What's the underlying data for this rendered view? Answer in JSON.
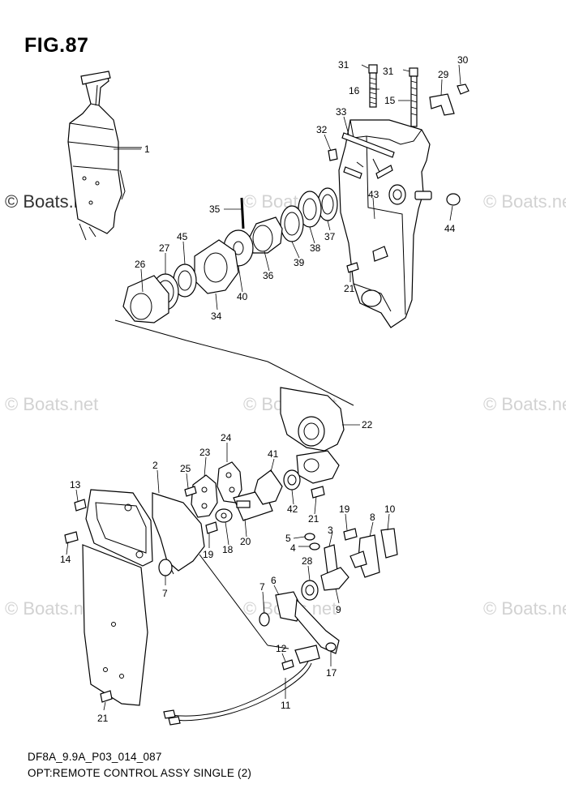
{
  "figure": {
    "title": "FIG.87"
  },
  "watermark": {
    "text": "© Boats.net"
  },
  "footer": {
    "code": "DF8A_9.9A_P03_014_087",
    "caption": "OPT:REMOTE CONTROL ASSY SINGLE (2)"
  },
  "labels": [
    {
      "id": "p1",
      "text": "1"
    },
    {
      "id": "p31a",
      "text": "31"
    },
    {
      "id": "p31b",
      "text": "31"
    },
    {
      "id": "p30",
      "text": "30"
    },
    {
      "id": "p16",
      "text": "16"
    },
    {
      "id": "p29",
      "text": "29"
    },
    {
      "id": "p15",
      "text": "15"
    },
    {
      "id": "p33",
      "text": "33"
    },
    {
      "id": "p32",
      "text": "32"
    },
    {
      "id": "p43",
      "text": "43"
    },
    {
      "id": "p44",
      "text": "44"
    },
    {
      "id": "p35",
      "text": "35"
    },
    {
      "id": "p37",
      "text": "37"
    },
    {
      "id": "p38",
      "text": "38"
    },
    {
      "id": "p39",
      "text": "39"
    },
    {
      "id": "p36",
      "text": "36"
    },
    {
      "id": "p40",
      "text": "40"
    },
    {
      "id": "p45",
      "text": "45"
    },
    {
      "id": "p27",
      "text": "27"
    },
    {
      "id": "p26",
      "text": "26"
    },
    {
      "id": "p34",
      "text": "34"
    },
    {
      "id": "p21a",
      "text": "21"
    },
    {
      "id": "p22",
      "text": "22"
    },
    {
      "id": "p24",
      "text": "24"
    },
    {
      "id": "p23",
      "text": "23"
    },
    {
      "id": "p41",
      "text": "41"
    },
    {
      "id": "p2",
      "text": "2"
    },
    {
      "id": "p25",
      "text": "25"
    },
    {
      "id": "p42",
      "text": "42"
    },
    {
      "id": "p21b",
      "text": "21"
    },
    {
      "id": "p13",
      "text": "13"
    },
    {
      "id": "p19a",
      "text": "19"
    },
    {
      "id": "p8",
      "text": "8"
    },
    {
      "id": "p10",
      "text": "10"
    },
    {
      "id": "p20",
      "text": "20"
    },
    {
      "id": "p3",
      "text": "3"
    },
    {
      "id": "p5",
      "text": "5"
    },
    {
      "id": "p4",
      "text": "4"
    },
    {
      "id": "p14",
      "text": "14"
    },
    {
      "id": "p18",
      "text": "18"
    },
    {
      "id": "p19b",
      "text": "19"
    },
    {
      "id": "p28",
      "text": "28"
    },
    {
      "id": "p7a",
      "text": "7"
    },
    {
      "id": "p9",
      "text": "9"
    },
    {
      "id": "p7b",
      "text": "7"
    },
    {
      "id": "p6",
      "text": "6"
    },
    {
      "id": "p12",
      "text": "12"
    },
    {
      "id": "p17",
      "text": "17"
    },
    {
      "id": "p11",
      "text": "11"
    },
    {
      "id": "p21c",
      "text": "21"
    }
  ]
}
